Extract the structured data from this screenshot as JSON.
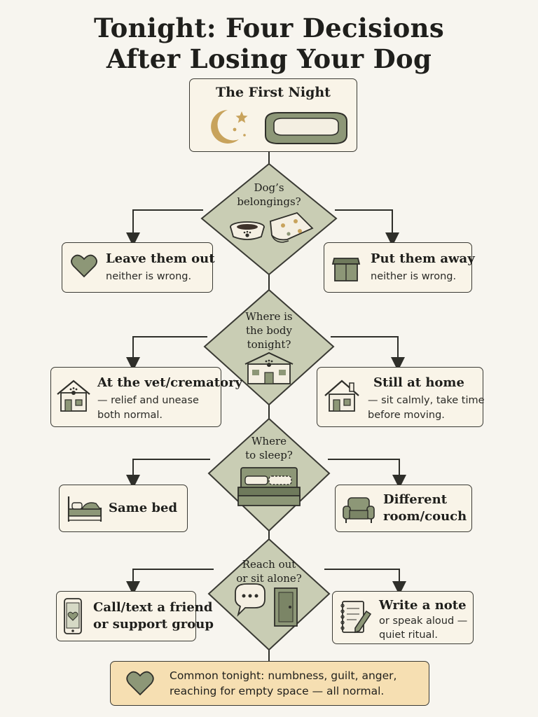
{
  "title": {
    "line1": "Tonight: Four Decisions",
    "line2": "After Losing Your Dog"
  },
  "start": {
    "label": "The First Night",
    "icons": [
      "moon-stars-icon",
      "dog-bed-icon"
    ]
  },
  "decisions": [
    {
      "question_lines": [
        "Dog’s",
        "belongings?"
      ],
      "icons": [
        "food-bowl-icon",
        "paw-blanket-icon"
      ],
      "left": {
        "title": "Leave them out",
        "text": [
          "neither is wrong."
        ],
        "icon": "heart-icon"
      },
      "right": {
        "title": "Put them away",
        "text": [
          "neither is wrong."
        ],
        "icon": "box-icon"
      }
    },
    {
      "question_lines": [
        "Where is",
        "the body",
        "tonight?"
      ],
      "icons": [
        "vet-clinic-icon"
      ],
      "left": {
        "title": "At the vet/crematory",
        "text": [
          "— relief and unease",
          "both normal."
        ],
        "icon": "clinic-house-icon"
      },
      "right": {
        "title": "Still at home",
        "text": [
          "— sit calmly, take time",
          "before moving."
        ],
        "icon": "house-icon"
      }
    },
    {
      "question_lines": [
        "Where",
        "to sleep?"
      ],
      "icons": [
        "bed-icon"
      ],
      "left": {
        "title": "Same bed",
        "text": [],
        "icon": "bed-icon"
      },
      "right": {
        "title": "Different",
        "text": [
          "room/couch"
        ],
        "icon": "armchair-icon"
      }
    },
    {
      "question_lines": [
        "Reach out",
        "or sit alone?"
      ],
      "icons": [
        "speech-bubble-icon",
        "door-icon"
      ],
      "left": {
        "title": "Call/text a friend",
        "text": [
          "or support group"
        ],
        "icon": "phone-heart-icon"
      },
      "right": {
        "title": "Write a note",
        "text": [
          "or speak aloud —",
          "quiet ritual."
        ],
        "icon": "notebook-pen-icon"
      }
    }
  ],
  "footer": {
    "line1": "Common tonight: numbness, guilt, anger,",
    "line2": "reaching for empty space — all normal.",
    "icon": "heart-icon"
  },
  "colors": {
    "background": "#f7f5ef",
    "card": "#f9f4e8",
    "diamond": "#c9cdb4",
    "icon_green": "#8d9777",
    "accent_gold": "#c8a35c",
    "footer": "#f6dfb2",
    "line": "#3a3a34"
  }
}
